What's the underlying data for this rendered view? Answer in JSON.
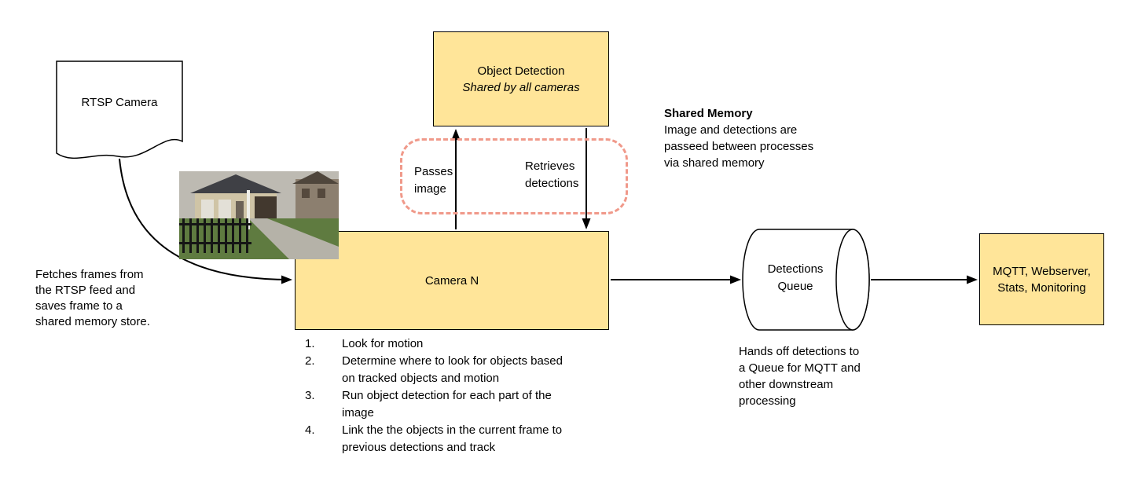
{
  "colors": {
    "node_fill": "#FFE599",
    "node_border": "#000000",
    "shared_memory_dash": "#F0998A",
    "connector": "#000000",
    "background": "#FFFFFF"
  },
  "nodes": {
    "rtsp_camera": {
      "label": "RTSP Camera"
    },
    "object_detection": {
      "title": "Object Detection",
      "subtitle": "Shared by all cameras"
    },
    "camera_n": {
      "label": "Camera N"
    },
    "detections_queue": {
      "label": "Detections Queue"
    },
    "mqtt": {
      "label": "MQTT, Webserver, Stats, Monitoring"
    }
  },
  "edges": {
    "passes_image": "Passes image",
    "retrieves_detections": "Retrieves detections"
  },
  "notes": {
    "fetch": "Fetches frames from the RTSP feed and saves frame to a shared memory store.",
    "shared_memory_title": "Shared Memory",
    "shared_memory_body": "Image and detections are passeed between processes via shared memory",
    "queue_handoff": "Hands off detections to a Queue for MQTT and other downstream processing"
  },
  "camera_steps": [
    {
      "num": "1.",
      "text": "Look for motion"
    },
    {
      "num": "2.",
      "text": "Determine where to look for objects based on tracked objects and motion"
    },
    {
      "num": "3.",
      "text": "Run object detection for each part of the image"
    },
    {
      "num": "4.",
      "text": "Link the the objects in the current frame to previous detections and track"
    }
  ]
}
